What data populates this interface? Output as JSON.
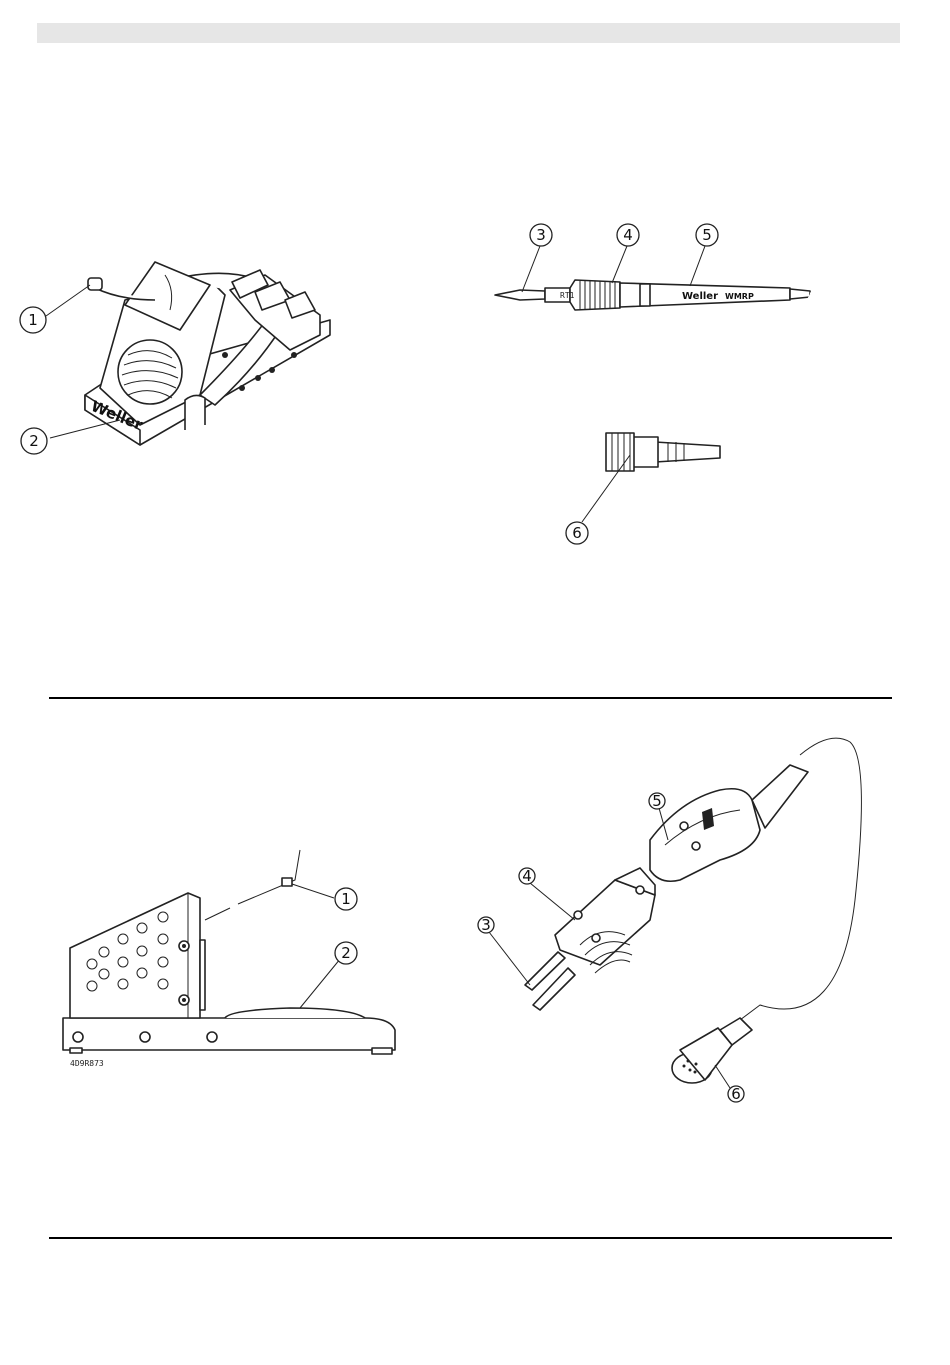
{
  "callouts": {
    "stand_top": [
      "1",
      "2"
    ],
    "iron_top": [
      "3",
      "4",
      "5",
      "6"
    ],
    "stand_bottom": [
      "1",
      "2"
    ],
    "tweezer_bottom": [
      "3",
      "4",
      "5",
      "6"
    ]
  },
  "brand": {
    "stand_logo": "Weller",
    "iron_logo": "Weller",
    "iron_model": "WMRP",
    "tip_code": "RT1"
  },
  "drawing_code": "4D9R873"
}
